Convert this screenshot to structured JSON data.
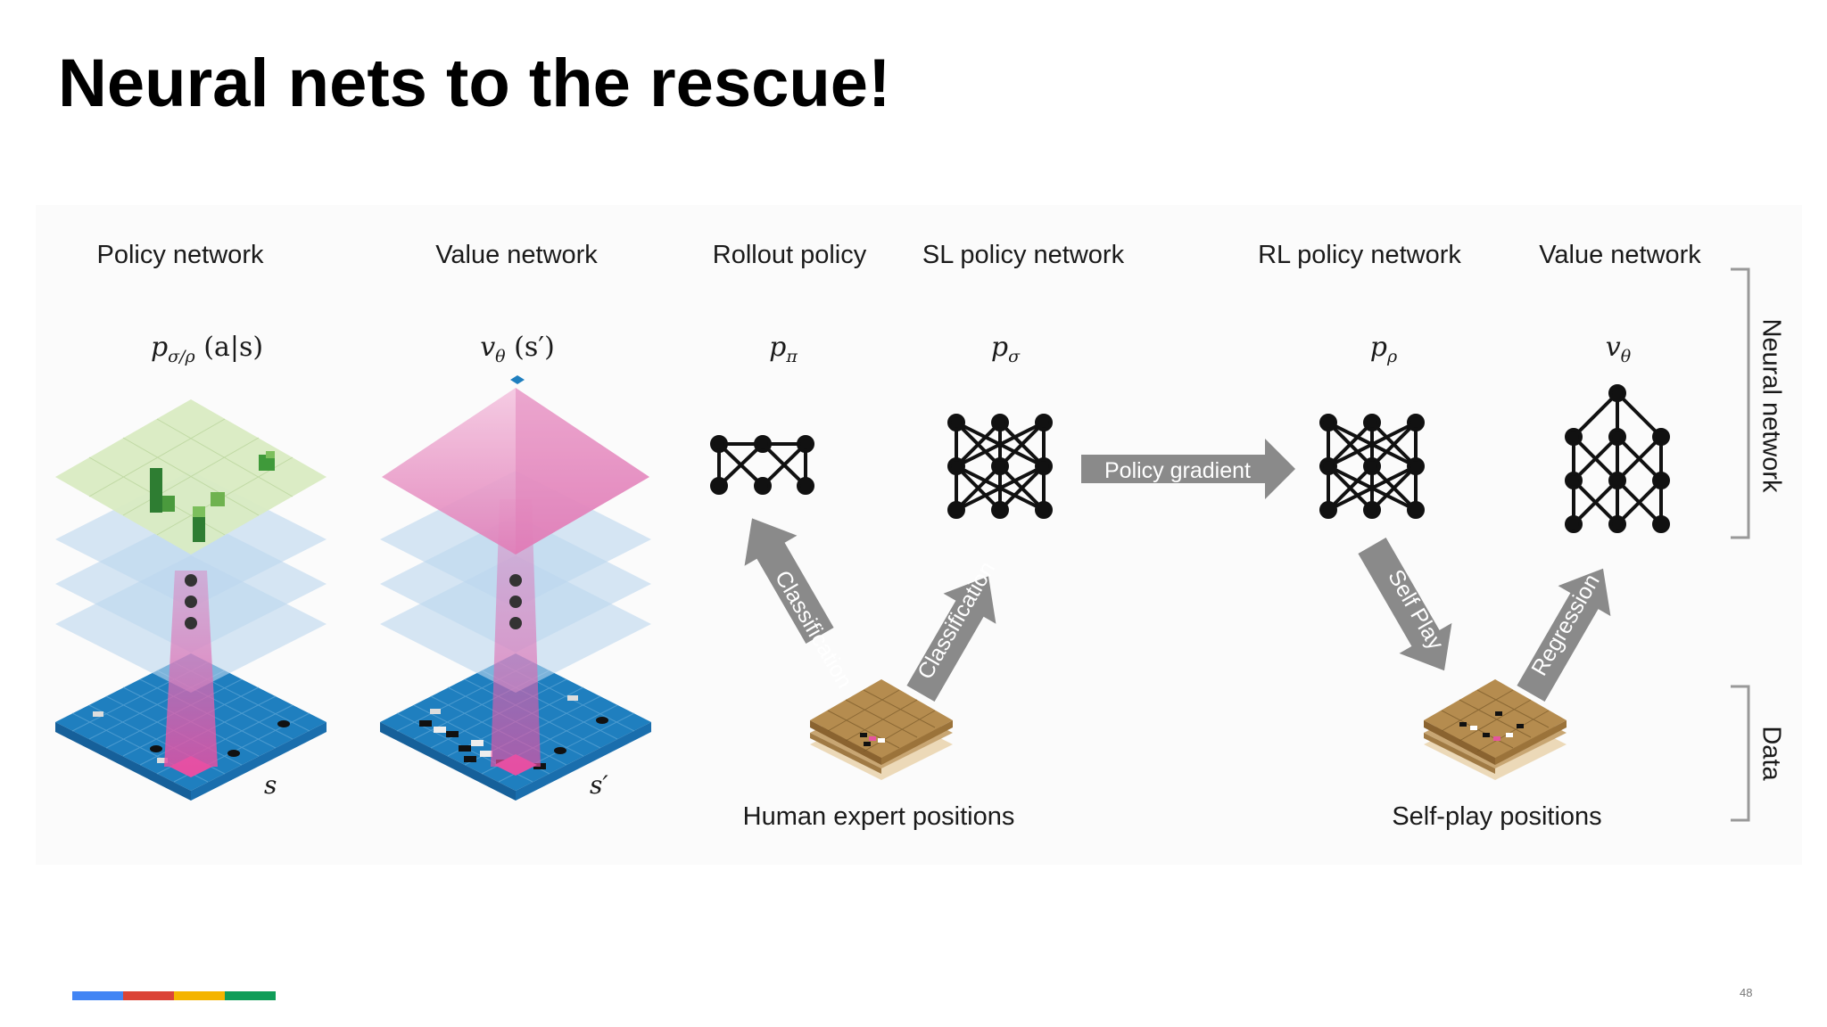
{
  "slide": {
    "title": "Neural nets to the rescue!",
    "page_number": "48"
  },
  "diagram": {
    "columns": {
      "policy_network": "Policy network",
      "value_network_left": "Value network",
      "rollout_policy": "Rollout policy",
      "sl_policy_network": "SL policy network",
      "rl_policy_network": "RL policy network",
      "value_network_right": "Value network"
    },
    "math": {
      "policy": {
        "base": "p",
        "sub": "σ/ρ",
        "arg": " (a|s)"
      },
      "value_left": {
        "base": "v",
        "sub": "θ",
        "arg": " (s′)"
      },
      "rollout": {
        "base": "p",
        "sub": "π"
      },
      "sl": {
        "base": "p",
        "sub": "σ"
      },
      "rl": {
        "base": "p",
        "sub": "ρ"
      },
      "value_right": {
        "base": "v",
        "sub": "θ"
      }
    },
    "board_letters": {
      "left": "s",
      "right": "s′"
    },
    "arrows": {
      "policy_gradient": "Policy gradient",
      "classification_left": "Classification",
      "classification_right": "Classification",
      "self_play": "Self Play",
      "regression": "Regression"
    },
    "data_labels": {
      "human": "Human expert positions",
      "self_play": "Self-play positions"
    },
    "side_labels": {
      "neural_network": "Neural network",
      "data": "Data"
    }
  },
  "colors": {
    "board_blue": "#1f7fbf",
    "policy_green": "#d9ebc2",
    "value_pink": "#e58bbf",
    "arrow_gray": "#8a8a8a",
    "brand": [
      "#4285f4",
      "#db4437",
      "#f4b400",
      "#0f9d58"
    ]
  }
}
